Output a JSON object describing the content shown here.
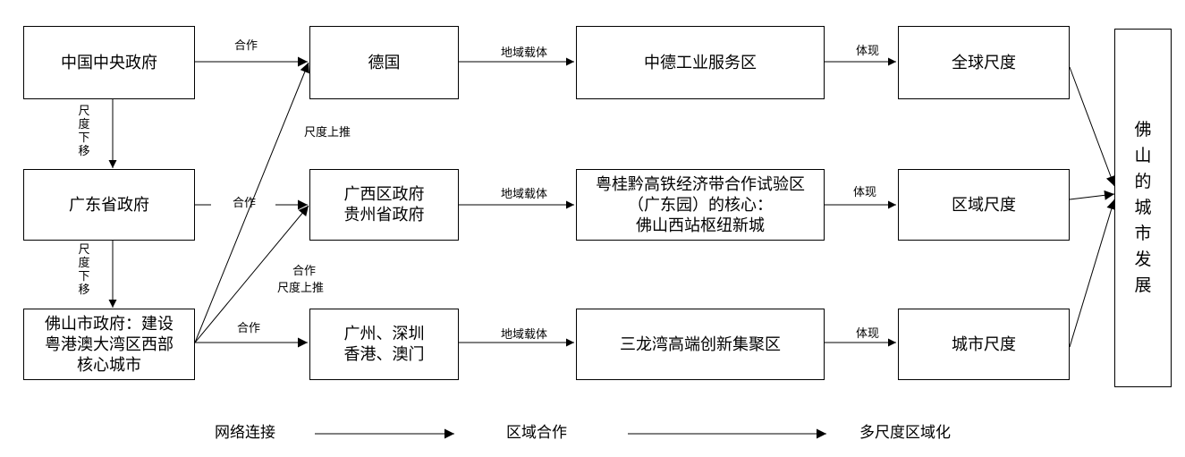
{
  "boxes": {
    "central_gov": "中国中央政府",
    "guangdong_gov": "广东省政府",
    "foshan_gov": [
      "佛山市政府：建设",
      "粤港澳大湾区西部",
      "核心城市"
    ],
    "germany": "德国",
    "guangxi_guizhou": [
      "广西区政府",
      "贵州省政府"
    ],
    "gd_cities": [
      "广州、深圳",
      "香港、澳门"
    ],
    "sino_german_zone": "中德工业服务区",
    "gui_zone": [
      "粤桂黔高铁经济带合作试验区",
      "（广东园）的核心：",
      "佛山西站枢纽新城"
    ],
    "sanlongwan": "三龙湾高端创新集聚区",
    "global_scale": "全球尺度",
    "regional_scale": "区域尺度",
    "city_scale": "城市尺度",
    "foshan_dev": [
      "佛",
      "山",
      "的",
      "城",
      "市",
      "发",
      "展"
    ]
  },
  "labels": {
    "coop_top": "合作",
    "coop_mid": "合作",
    "coop_bottom": "合作",
    "scale_up_1": "尺度上推",
    "coop_diag": "合作",
    "scale_up_2": "尺度上推",
    "territory_1": "地域载体",
    "territory_2": "地域载体",
    "territory_3": "地域载体",
    "embody_1": "体现",
    "embody_2": "体现",
    "embody_3": "体现",
    "scale_down_1": [
      "尺",
      "度",
      "下",
      "移"
    ],
    "scale_down_2": [
      "尺",
      "度",
      "下",
      "移"
    ]
  },
  "legend": {
    "item1": "网络连接",
    "item2": "区域合作",
    "item3": "多尺度区域化"
  }
}
